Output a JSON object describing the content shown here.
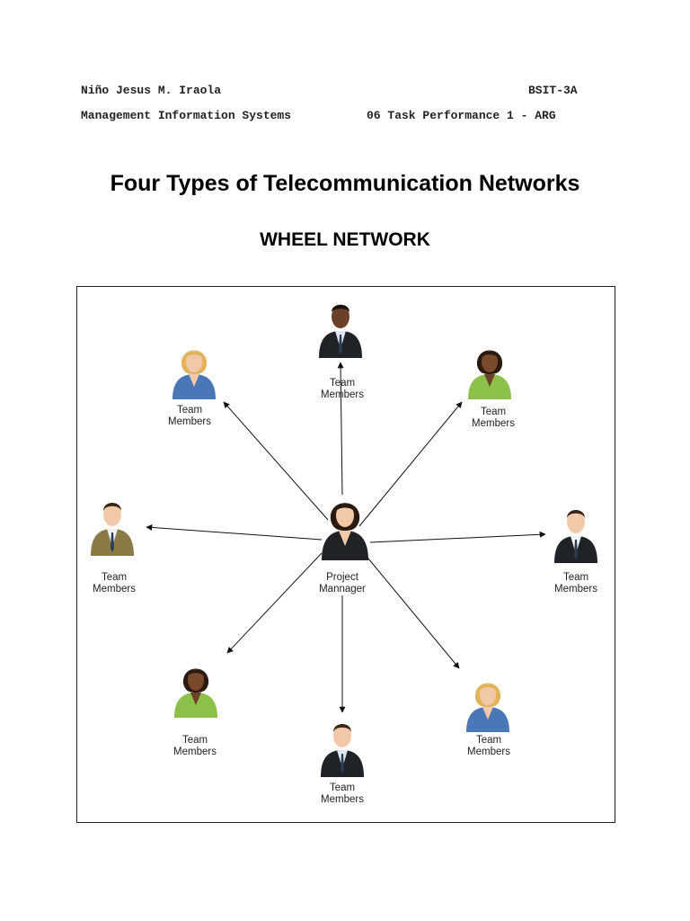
{
  "header": {
    "author": "Niño Jesus M. Iraola",
    "section": "BSIT-3A",
    "course": "Management Information Systems",
    "task": "06 Task Performance 1 - ARG"
  },
  "title": "Four Types of Telecommunication Networks",
  "subtitle": "WHEEL NETWORK",
  "diagram": {
    "center_label": [
      "Project",
      "Mannager"
    ],
    "member_label": [
      "Team",
      "Members"
    ]
  },
  "colors": {
    "suit_dark": "#1f2327",
    "suit_blue": "#4a77b8",
    "suit_green": "#8cc04b",
    "suit_olive": "#8a7a45",
    "skin_light": "#f2c9a8",
    "skin_dark": "#6b4128",
    "hair_blonde": "#e2b35a",
    "hair_dark": "#2a1a10"
  }
}
